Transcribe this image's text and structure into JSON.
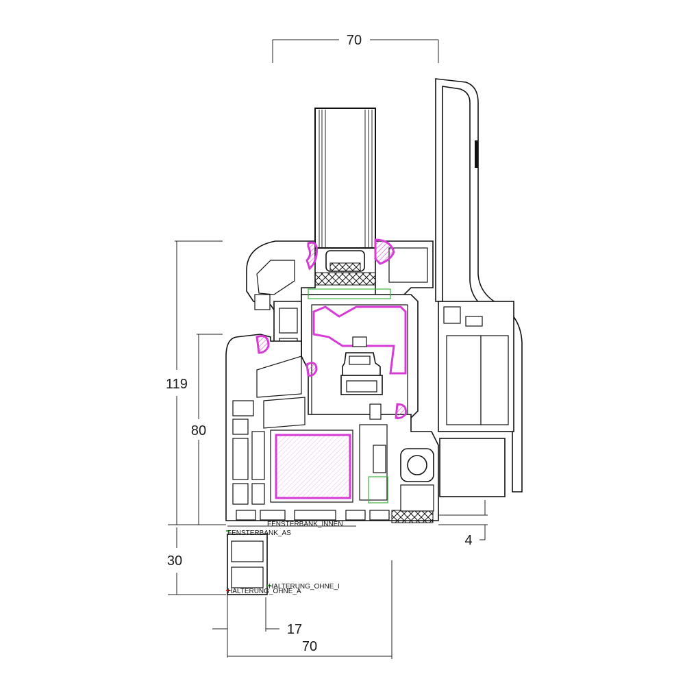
{
  "dimensions": {
    "top_width": "70",
    "total_height": "119",
    "frame_height": "80",
    "sill_height": "30",
    "offset_right": "4",
    "offset_bottom": "17",
    "bottom_width": "70"
  },
  "labels": {
    "fensterbank_innen": "FENSTERBANK_INNEN",
    "fensterbank_as": "FENSTERBANK_AS",
    "halterung_ohne_i": "HALTERUNG_OHNE_I",
    "halterung_ohne_a": "HALTERUNG_OHNE_A"
  },
  "colors": {
    "line": "#111111",
    "seal": "#d63bd6",
    "green": "#3bb33b"
  }
}
